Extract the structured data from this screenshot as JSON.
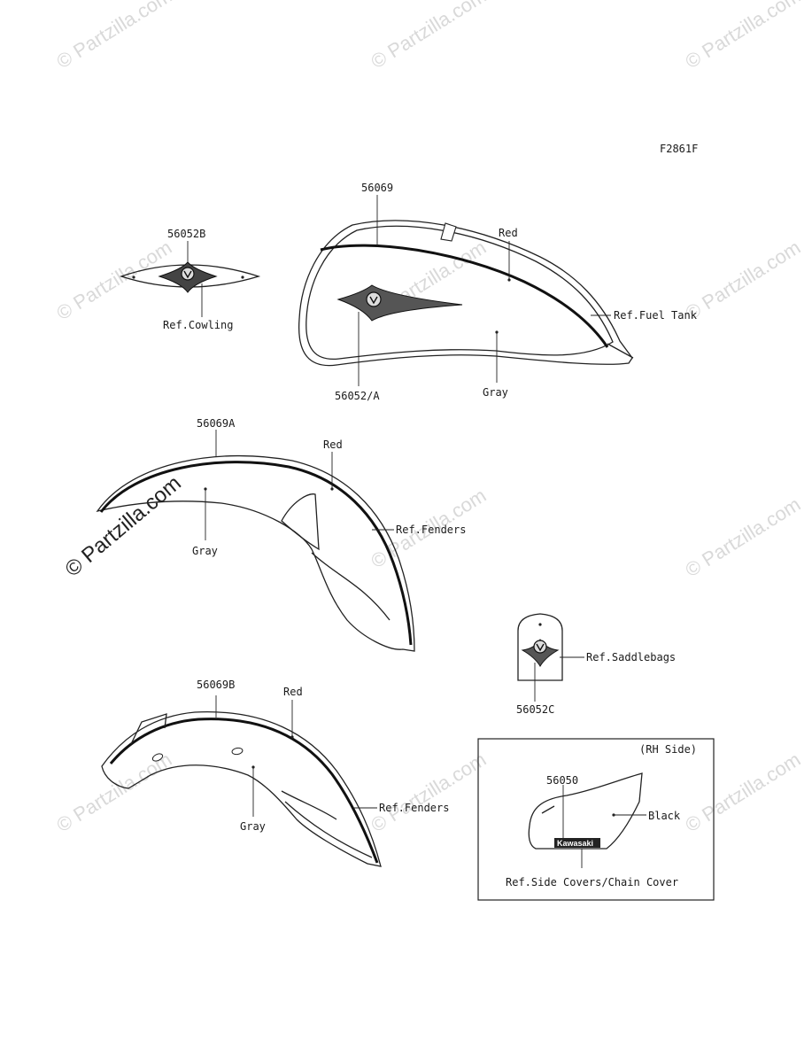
{
  "figure_code": "F2861F",
  "watermark": "© Partzilla.com",
  "callouts": {
    "tank_part": "56069",
    "tank_emblem_part": "56052/A",
    "tank_red": "Red",
    "tank_gray": "Gray",
    "tank_ref": "Ref.Fuel Tank",
    "cowling_part": "56052B",
    "cowling_ref": "Ref.Cowling",
    "front_fender_part": "56069A",
    "front_fender_red": "Red",
    "front_fender_gray": "Gray",
    "front_fender_ref": "Ref.Fenders",
    "saddlebag_part": "56052C",
    "saddlebag_ref": "Ref.Saddlebags",
    "rear_fender_part": "56069B",
    "rear_fender_red": "Red",
    "rear_fender_gray": "Gray",
    "rear_fender_ref": "Ref.Fenders",
    "side_cover_side": "(RH Side)",
    "side_cover_part": "56050",
    "side_cover_black": "Black",
    "side_cover_ref": "Ref.Side Covers/Chain Cover",
    "side_cover_logo": "Kawasaki"
  }
}
